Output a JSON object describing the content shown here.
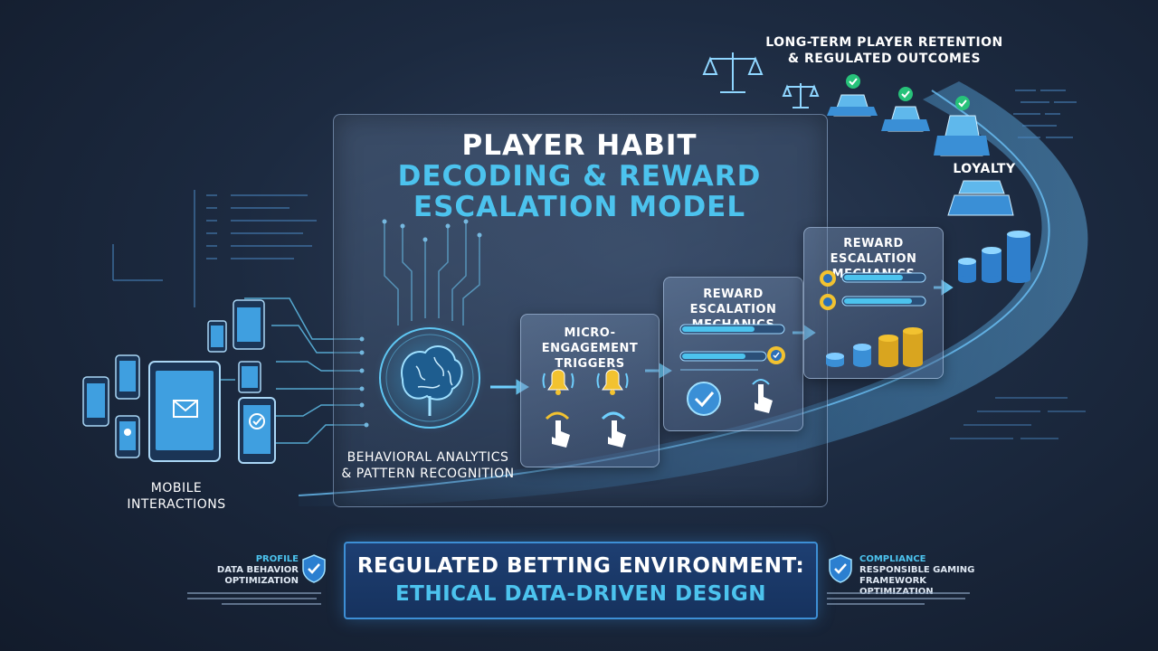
{
  "title": {
    "line1": "PLAYER HABIT",
    "line2": "DECODING & REWARD",
    "line3": "ESCALATION MODEL"
  },
  "labels": {
    "mobile": [
      "MOBILE",
      "INTERACTIONS"
    ],
    "analytics": [
      "BEHAVIORAL ANALYTICS",
      "& PATTERN RECOGNITION"
    ],
    "retention": [
      "LONG-TERM PLAYER RETENTION",
      "& REGULATED OUTCOMES"
    ],
    "loyalty": "LOYALTY"
  },
  "cards": {
    "triggers": [
      "MICRO-ENGAGEMENT",
      "TRIGGERS"
    ],
    "mechanics_1": [
      "REWARD ESCALATION",
      "MECHANICS"
    ],
    "mechanics_2": [
      "REWARD ESCALATION",
      "MECHANICS"
    ]
  },
  "banner": {
    "line1": "REGULATED BETTING ENVIRONMENT:",
    "line2": "ETHICAL DATA-DRIVEN DESIGN"
  },
  "side_notes": {
    "left_title": [
      "PROFILE",
      "DATA BEHAVIOR",
      "OPTIMIZATION"
    ],
    "right_title": [
      "COMPLIANCE",
      "RESPONSIBLE GAMING FRAMEWORK",
      "OPTIMIZATION"
    ]
  },
  "colors": {
    "accent": "#4cc3ee",
    "banner_border": "#3d8fd6",
    "check_green": "#27c27a",
    "gold": "#f2c230"
  }
}
